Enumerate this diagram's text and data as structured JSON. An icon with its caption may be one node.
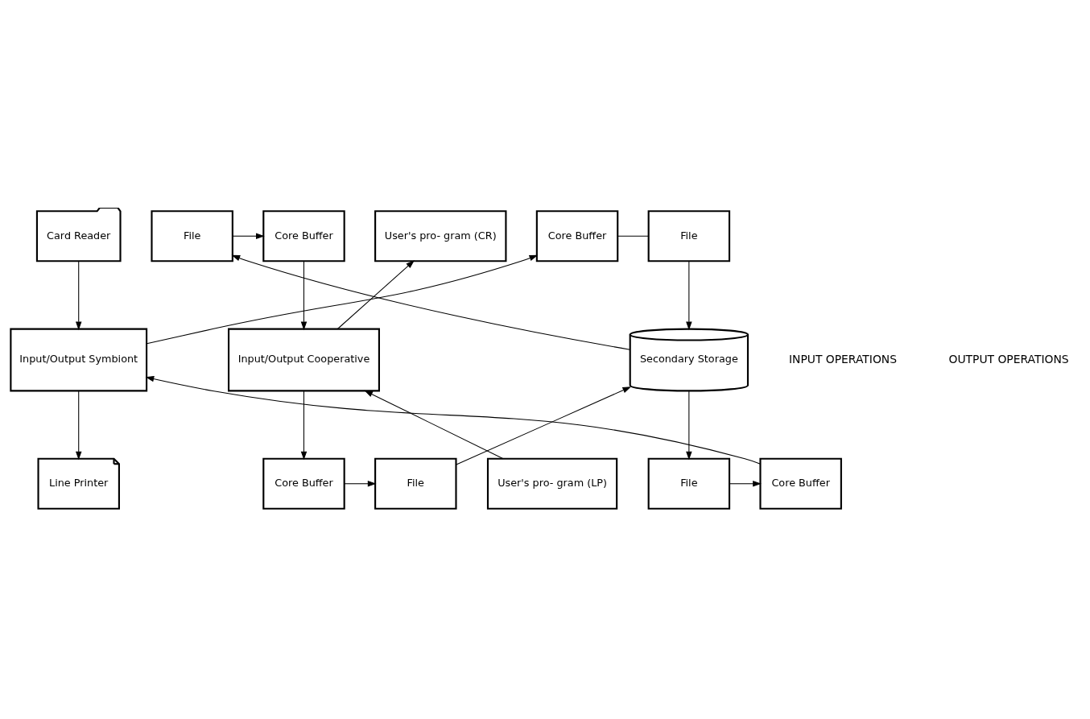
{
  "diagram": {
    "nodes": [
      {
        "text": [
          "Card Reader"
        ]
      },
      {
        "text": [
          "Core Buffer"
        ]
      },
      {
        "text": [
          "File"
        ]
      },
      {
        "text": [
          "File"
        ]
      },
      {
        "text": [
          "Core Buffer"
        ]
      },
      {
        "text": [
          "User's pro- gram (CR)"
        ]
      },
      {
        "text": [
          "Input/Output Symbiont"
        ]
      },
      {
        "text": [
          "Secondary Storage"
        ]
      },
      {
        "text": [
          "Input/Output Cooperative"
        ]
      },
      {
        "text": [
          "Line Printer"
        ]
      },
      {
        "text": [
          "Core Buffer"
        ]
      },
      {
        "text": [
          "File"
        ]
      },
      {
        "text": [
          "File"
        ]
      },
      {
        "text": [
          "Core Buffer"
        ]
      },
      {
        "text": [
          "User's pro- gram (LP)"
        ]
      }
    ],
    "edges": [
      {
        "from": 0,
        "to": 6,
        "arrow": "to"
      },
      {
        "from": 6,
        "to": 1,
        "arrow": "to"
      },
      {
        "from": 1,
        "to": 2,
        "arrow": "none"
      },
      {
        "from": 2,
        "to": 7,
        "arrow": "to"
      },
      {
        "from": 7,
        "to": 3,
        "arrow": "to"
      },
      {
        "from": 3,
        "to": 4,
        "arrow": "to"
      },
      {
        "from": 4,
        "to": 8,
        "arrow": "to"
      },
      {
        "from": 8,
        "to": 5,
        "arrow": "to"
      },
      {
        "from": 6,
        "to": 9,
        "arrow": "to"
      },
      {
        "from": 10,
        "to": 6,
        "arrow": "to"
      },
      {
        "from": 11,
        "to": 10,
        "arrow": "to"
      },
      {
        "from": 7,
        "to": 11,
        "arrow": "to"
      },
      {
        "from": 12,
        "to": 7,
        "arrow": "to"
      },
      {
        "from": 13,
        "to": 12,
        "arrow": "to"
      },
      {
        "from": 8,
        "to": 13,
        "arrow": "to"
      },
      {
        "from": 14,
        "to": 8,
        "arrow": "to"
      }
    ],
    "labels": [
      "INPUT OPERATIONS",
      "OUTPUT OPERATIONS"
    ]
  }
}
